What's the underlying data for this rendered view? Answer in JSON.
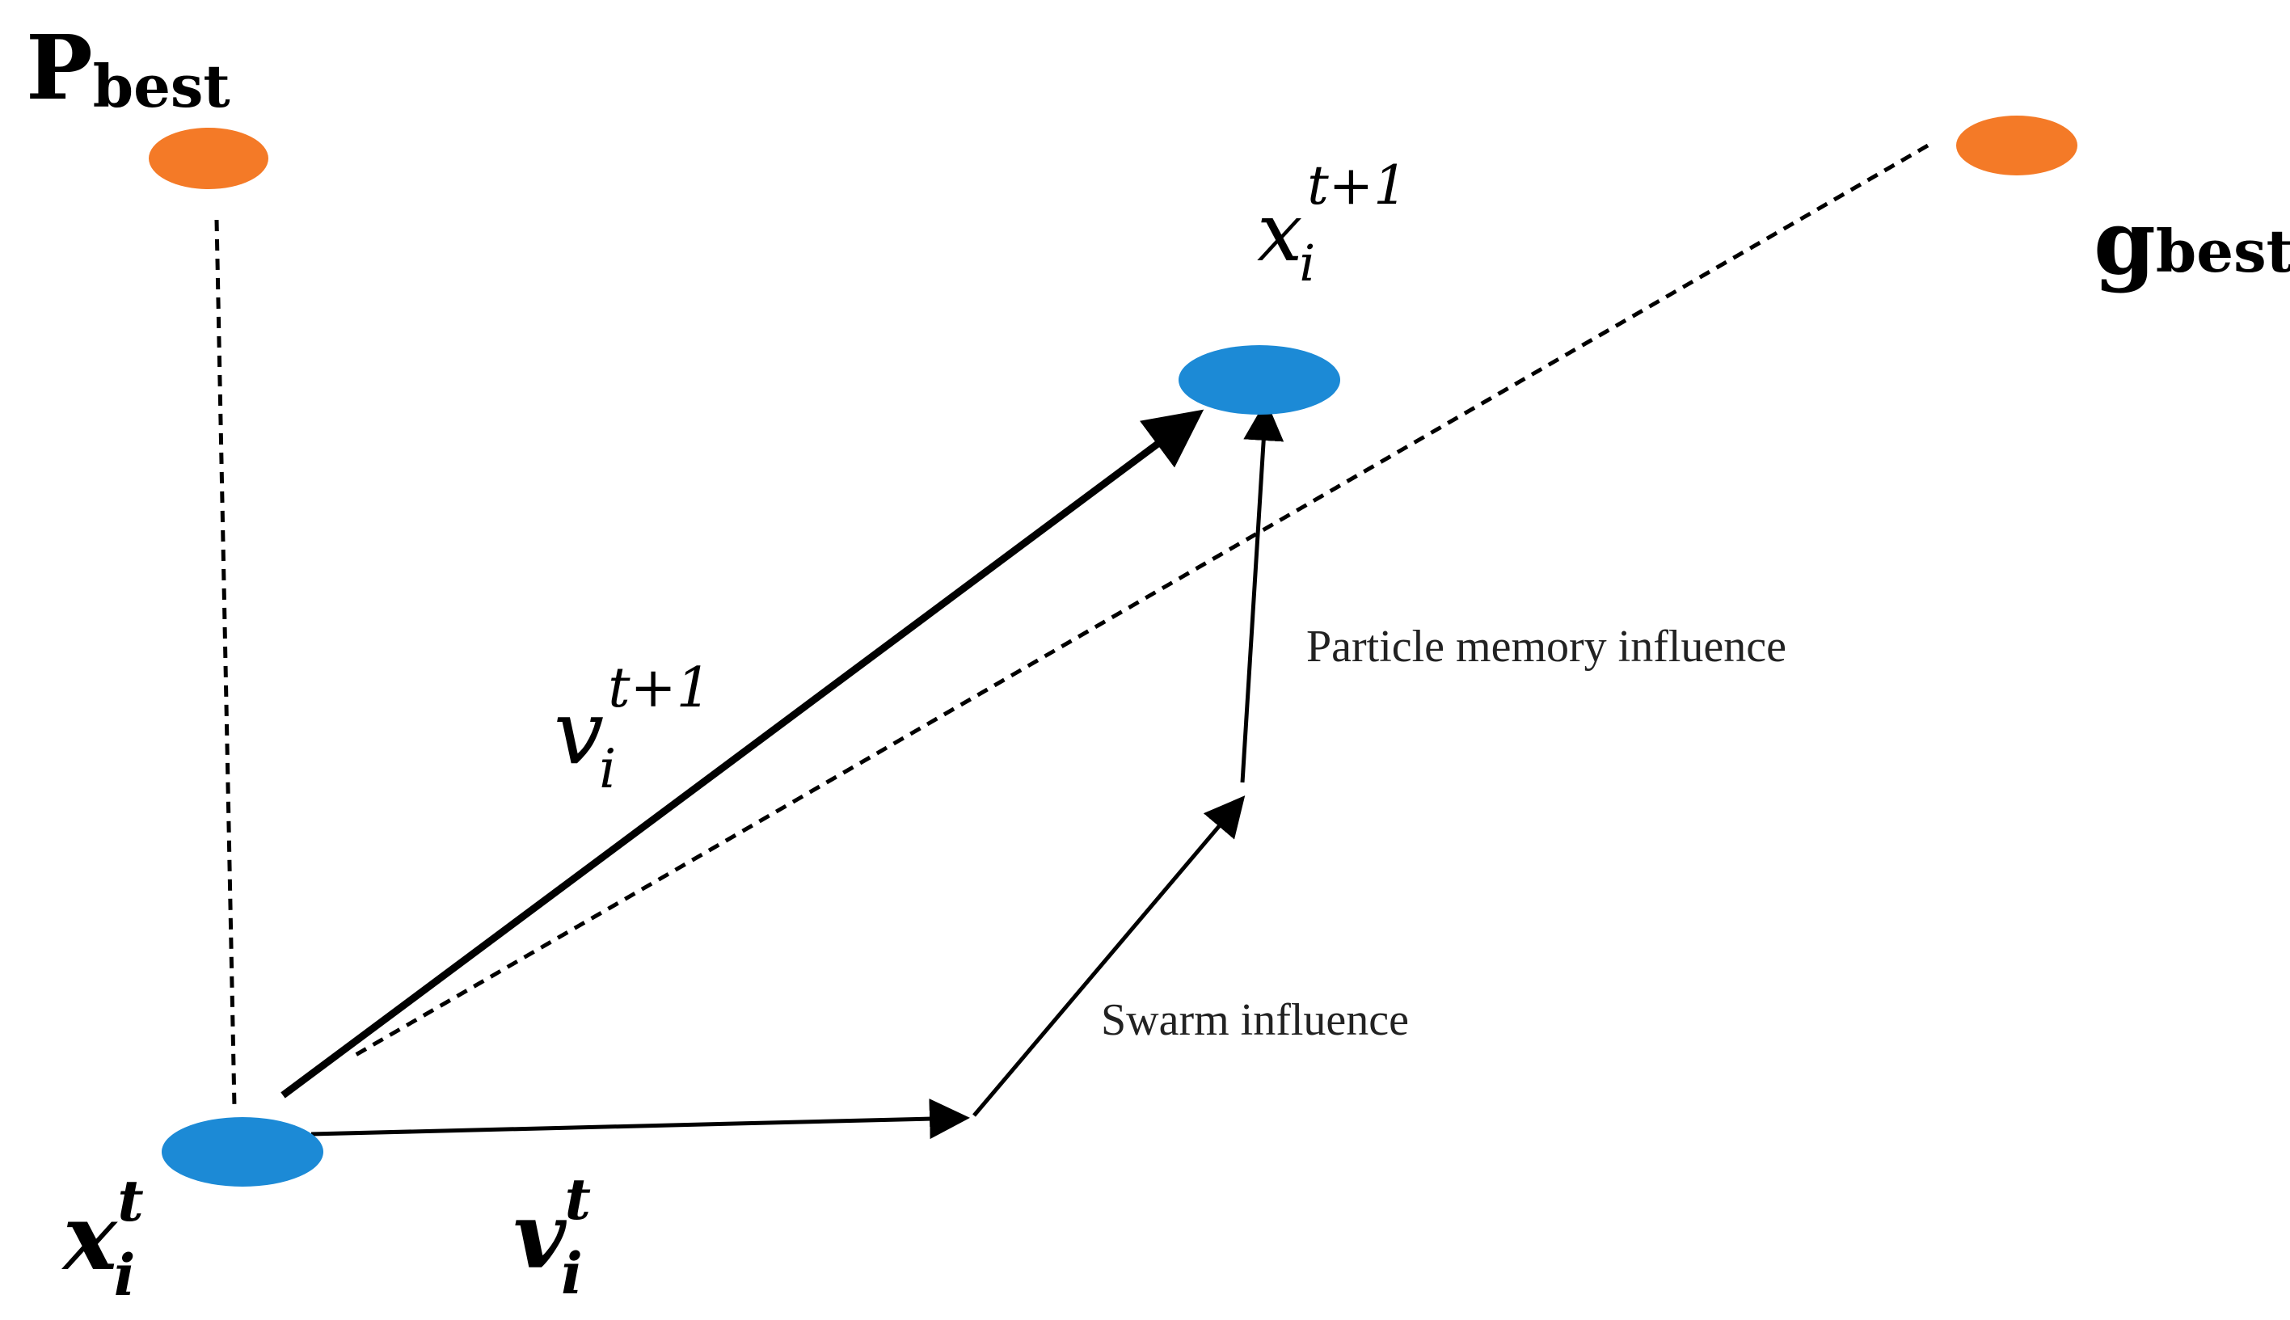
{
  "pbest": {
    "main": "P",
    "sub": "best",
    "color": "#f47a27"
  },
  "gbest": {
    "main": "g",
    "sub": "best",
    "color": "#f47a27"
  },
  "x_current": {
    "main": "x",
    "sub": "i",
    "sup": "t",
    "color": "#1c8ad6"
  },
  "x_next": {
    "main": "x",
    "sub": "i",
    "sup": "t+1",
    "color": "#1c8ad6"
  },
  "v_current": {
    "main": "v",
    "sub": "i",
    "sup": "t"
  },
  "v_next": {
    "main": "v",
    "sub": "i",
    "sup": "t+1"
  },
  "labels": {
    "swarm": "Swarm influence",
    "memory": "Particle memory influence"
  }
}
